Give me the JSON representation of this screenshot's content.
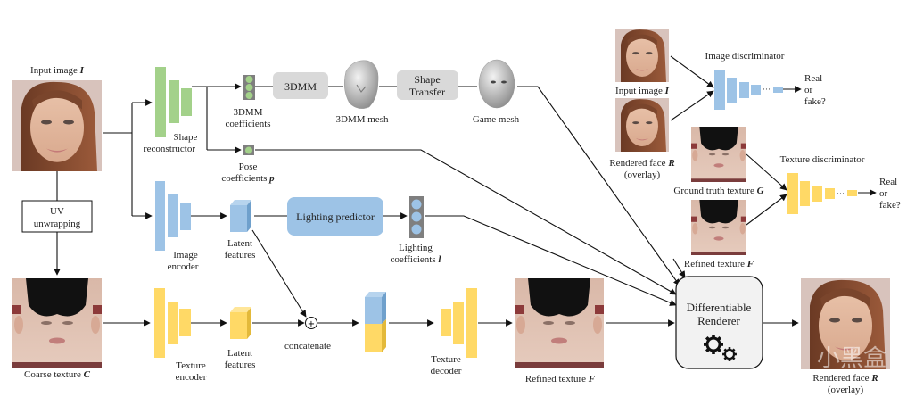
{
  "figure": {
    "input_image": {
      "label": "Input image ",
      "symbol": "I"
    },
    "uv_unwrapping": {
      "line1": "UV",
      "line2": "unwrapping"
    },
    "coarse_texture": {
      "label": "Coarse texture ",
      "symbol": "C"
    },
    "shape_reconstructor": {
      "line1": "Shape",
      "line2": "reconstructor"
    },
    "coeffs_3dmm": {
      "line1": "3DMM",
      "line2": "coefficients"
    },
    "pose_coeffs": {
      "line1": "Pose",
      "line2": "coefficients ",
      "symbol": "p"
    },
    "box_3dmm": {
      "label": "3DMM"
    },
    "mesh_3dmm": {
      "label": "3DMM mesh"
    },
    "shape_transfer": {
      "line1": "Shape",
      "line2": "Transfer"
    },
    "game_mesh": {
      "label": "Game mesh"
    },
    "image_encoder": {
      "line1": "Image",
      "line2": "encoder"
    },
    "latent_features_top": {
      "line1": "Latent",
      "line2": "features"
    },
    "lighting_predictor": {
      "label": "Lighting predictor"
    },
    "lighting_coeffs": {
      "line1": "Lighting",
      "line2": "coefficients ",
      "symbol": "l"
    },
    "texture_encoder": {
      "line1": "Texture",
      "line2": "encoder"
    },
    "latent_features_bottom": {
      "line1": "Latent",
      "line2": "features"
    },
    "concatenate": {
      "label": "concatenate",
      "symbol": "+"
    },
    "texture_decoder": {
      "line1": "Texture",
      "line2": "decoder"
    },
    "refined_texture": {
      "label": "Refined  texture ",
      "symbol": "F"
    },
    "renderer": {
      "line1": "Differentiable",
      "line2": "Renderer",
      "icon": "gears-icon"
    },
    "rendered_face": {
      "line1": "Rendered face ",
      "symbol": "R",
      "line2": "(overlay)"
    },
    "image_disc": {
      "title": "Image discriminator",
      "input1": {
        "label": "Input image ",
        "symbol": "I"
      },
      "input2": {
        "line1": "Rendered face ",
        "symbol": "R",
        "line2": "(overlay)"
      },
      "output": [
        "Real",
        "or",
        "fake?"
      ]
    },
    "texture_disc": {
      "title": "Texture discriminator",
      "input1": {
        "label": "Ground truth  texture ",
        "symbol": "G"
      },
      "input2": {
        "label": "Refined  texture ",
        "symbol": "F"
      },
      "output": [
        "Real",
        "or",
        "fake?"
      ]
    },
    "watermark": "小黑盒"
  },
  "colors": {
    "green": "#a3d18a",
    "blue": "#9dc3e6",
    "yellow": "#ffd966",
    "gray_box": "#d9d9d9",
    "coef_bg": "#7f7f7f",
    "renderer_bg": "#f2f2f2"
  }
}
